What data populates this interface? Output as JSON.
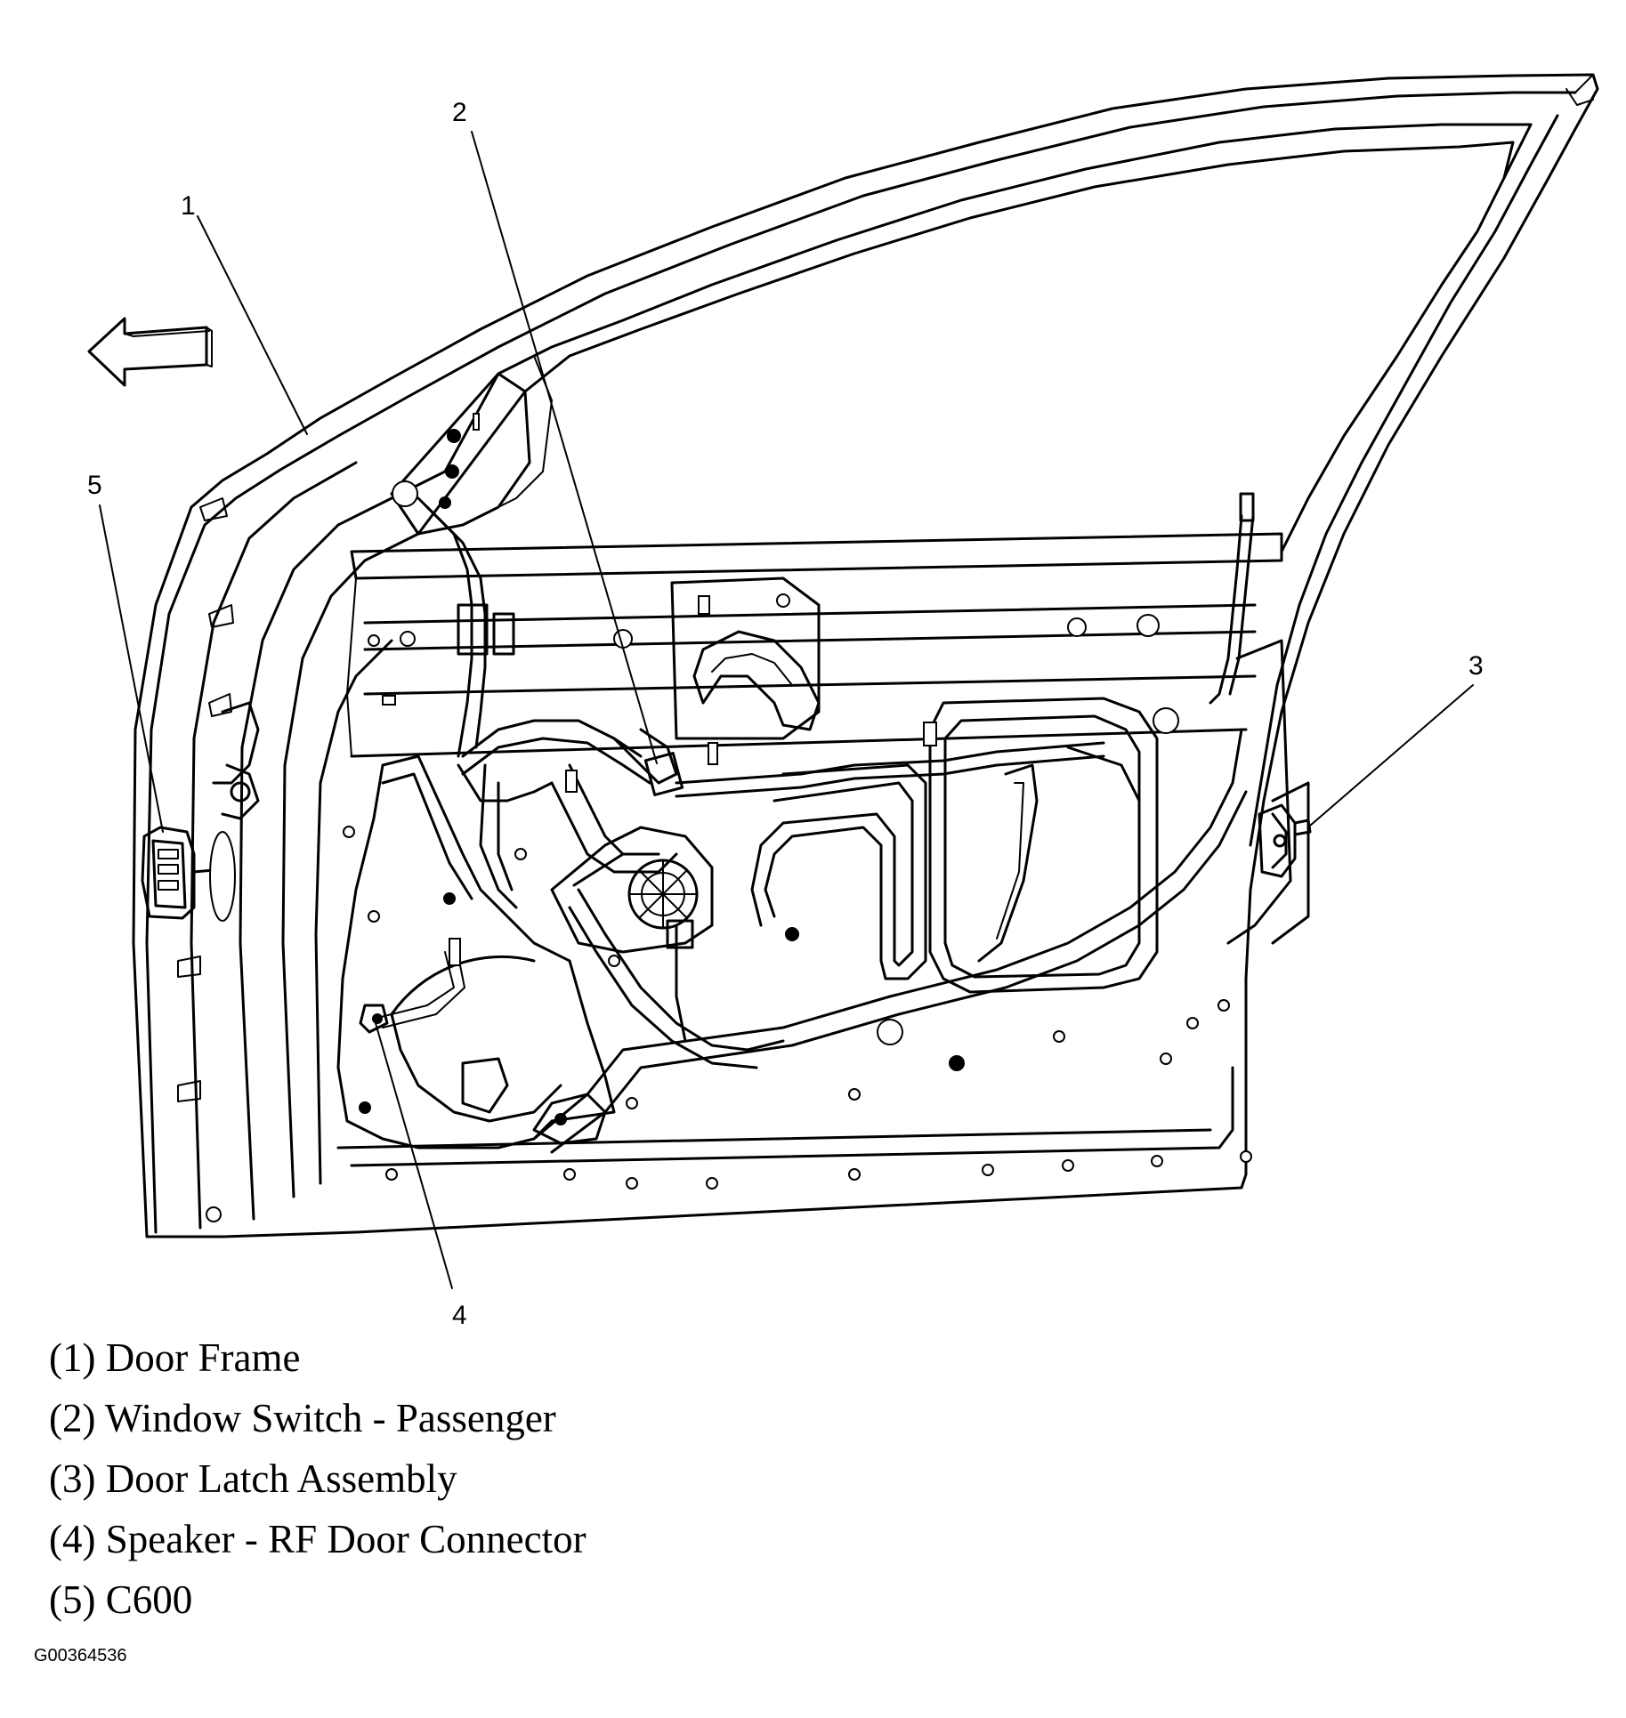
{
  "callouts": [
    "1",
    "2",
    "3",
    "4",
    "5"
  ],
  "legend": [
    "(1) Door Frame",
    "(2) Window Switch - Passenger",
    "(3) Door Latch Assembly",
    "(4) Speaker - RF Door Connector",
    "(5) C600"
  ],
  "figure_id": "G00364536",
  "icons": [
    "direction-arrow-icon"
  ]
}
